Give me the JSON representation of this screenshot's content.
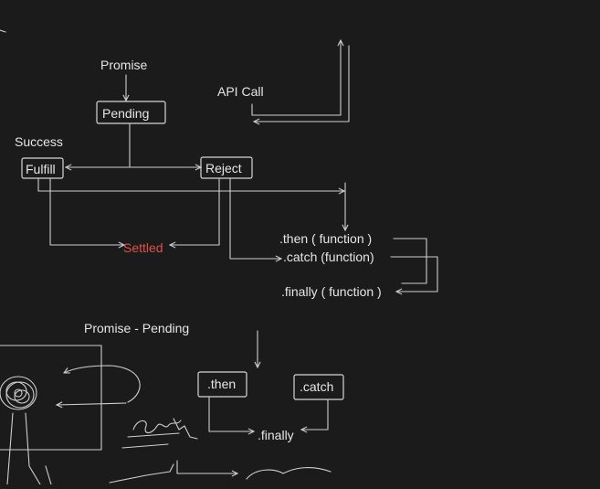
{
  "labels": {
    "promise": "Promise",
    "pending": "Pending",
    "api_call": "API Call",
    "success": "Success",
    "fulfill": "Fulfill",
    "reject": "Reject",
    "settled": "Settled",
    "then_function": ".then ( function )",
    "catch_function": ".catch (function)",
    "finally_function": ".finally ( function )",
    "promise_pending": "Promise - Pending",
    "then": ".then",
    "catch": ".catch",
    "finally": ".finally"
  },
  "colors": {
    "background": "#1b1b1b",
    "stroke": "#d6d6d6",
    "text": "#e6e6e6",
    "settled": "#e0504a"
  }
}
